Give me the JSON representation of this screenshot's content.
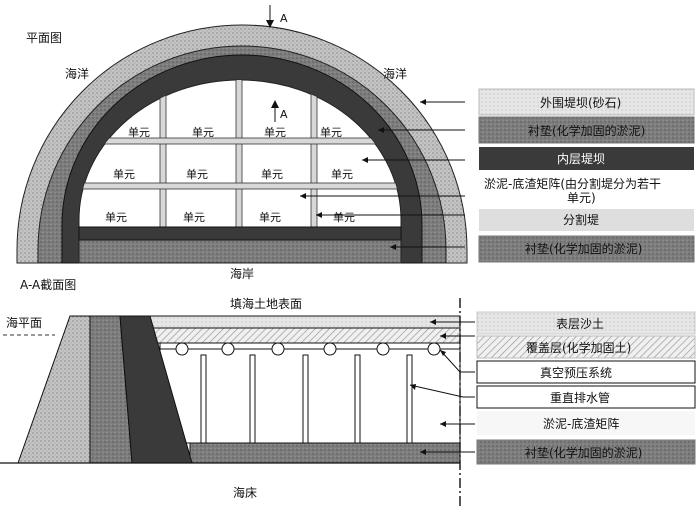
{
  "plan": {
    "title": "平面图",
    "sea_left": "海洋",
    "sea_right": "海洋",
    "shore": "海岸",
    "section_arrow": "A",
    "cell_label": "单元"
  },
  "section": {
    "title": "A-A截面图",
    "sea_level": "海平面",
    "fill_surface": "填海土地表面",
    "seabed": "海床"
  },
  "legend_plan": [
    {
      "label": "外围堤坝(砂石)",
      "pattern": "speckle"
    },
    {
      "label": "衬垫(化学加固的淤泥)",
      "pattern": "dark-speckle"
    },
    {
      "label": "内层堤坝",
      "pattern": "dark"
    },
    {
      "label": "淤泥-底渣矩阵(由分割堤分为若干单元)",
      "line1": "淤泥-底渣矩阵(由分割堤分为若干",
      "line2": "单元)",
      "pattern": "white"
    },
    {
      "label": "分割堤",
      "pattern": "light-gray"
    },
    {
      "label": "衬垫(化学加固的淤泥)",
      "pattern": "dark-speckle"
    }
  ],
  "legend_section": [
    {
      "label": "表层沙土",
      "pattern": "light-speckle"
    },
    {
      "label": "覆盖层(化学加固土)",
      "pattern": "hatch"
    },
    {
      "label": "真空预压系统",
      "pattern": "outline"
    },
    {
      "label": "重直排水管",
      "pattern": "outline"
    },
    {
      "label": "淤泥-底渣矩阵",
      "pattern": "white"
    },
    {
      "label": "衬垫(化学加固的淤泥)",
      "pattern": "dark-speckle"
    }
  ],
  "colors": {
    "outer_dike": "#b9b9b9",
    "liner": "#7a7a7a",
    "inner_dike": "#3c3c3c",
    "divider": "#dcdcdc",
    "matrix": "#ffffff"
  }
}
